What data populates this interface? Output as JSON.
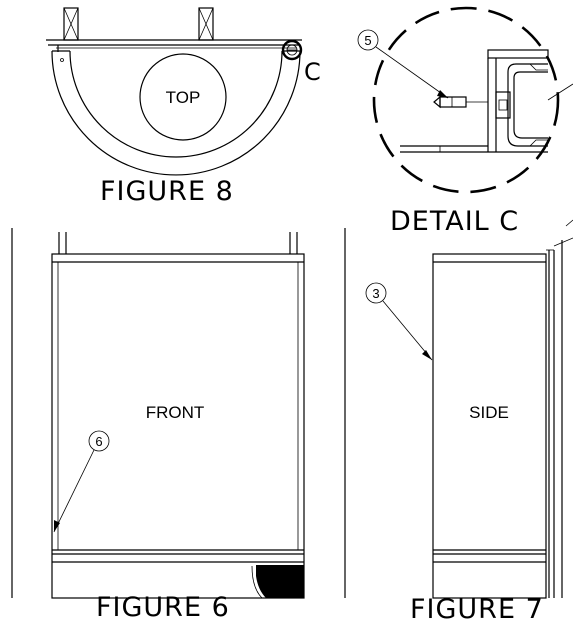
{
  "figures": {
    "top": {
      "caption": "FIGURE 8",
      "view_label": "TOP",
      "detail_marker": "C"
    },
    "detail": {
      "caption": "DETAIL C",
      "balloon": "5"
    },
    "front": {
      "caption": "FIGURE 6",
      "view_label": "FRONT",
      "balloon": "6"
    },
    "side": {
      "caption": "FIGURE 7",
      "view_label": "SIDE",
      "balloon": "3"
    }
  }
}
